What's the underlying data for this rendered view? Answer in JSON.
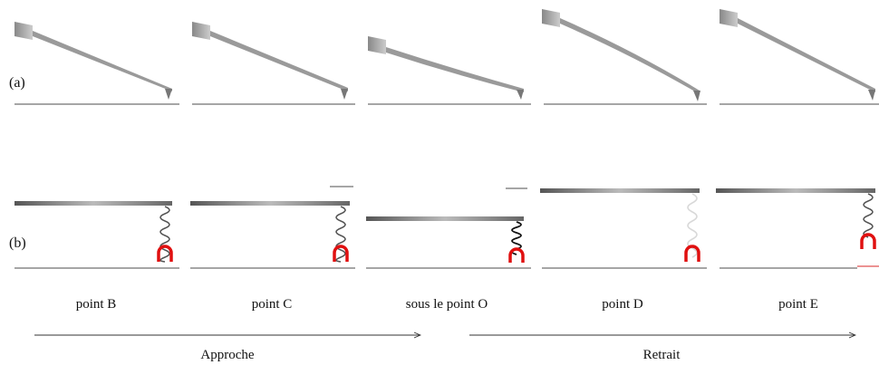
{
  "row_labels": {
    "a": "(a)",
    "b": "(b)"
  },
  "points": [
    {
      "label": "point B"
    },
    {
      "label": "point C"
    },
    {
      "label": "sous le point O"
    },
    {
      "label": "point D"
    },
    {
      "label": "point E"
    }
  ],
  "arrows": {
    "approach": "Approche",
    "retract": "Retrait"
  },
  "colors": {
    "magnet": "#e01010",
    "ground": "#888888",
    "beam": "#9a9a9a",
    "spring": "#555555"
  }
}
